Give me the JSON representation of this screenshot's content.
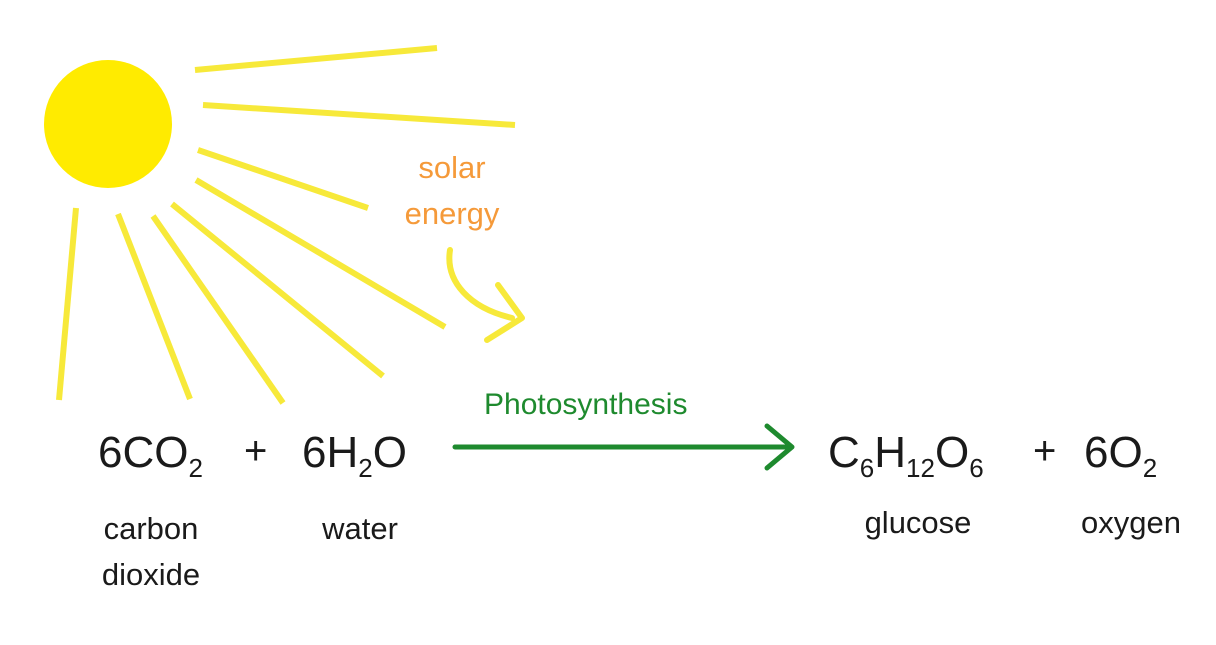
{
  "colors": {
    "sun": "#ffeb00",
    "rays": "#f7e93a",
    "solar_text": "#f59a3a",
    "process": "#1e8a2e",
    "text": "#1a1a1a"
  },
  "solar_energy": {
    "line1": "solar",
    "line2": "energy"
  },
  "process_label": "Photosynthesis",
  "reactants": [
    {
      "coef": "6",
      "parts": [
        {
          "el": "C"
        },
        {
          "el": "O",
          "sub": "2"
        }
      ],
      "caption": [
        "carbon",
        "dioxide"
      ]
    },
    {
      "coef": "6",
      "parts": [
        {
          "el": "H",
          "sub": "2"
        },
        {
          "el": "O"
        }
      ],
      "caption": [
        "water"
      ]
    }
  ],
  "products": [
    {
      "coef": "",
      "parts": [
        {
          "el": "C",
          "sub": "6"
        },
        {
          "el": "H",
          "sub": "12"
        },
        {
          "el": "O",
          "sub": "6"
        }
      ],
      "caption": [
        "glucose"
      ]
    },
    {
      "coef": "6",
      "parts": [
        {
          "el": "O",
          "sub": "2"
        }
      ],
      "caption": [
        "oxygen"
      ]
    }
  ],
  "plus_sign": "+"
}
